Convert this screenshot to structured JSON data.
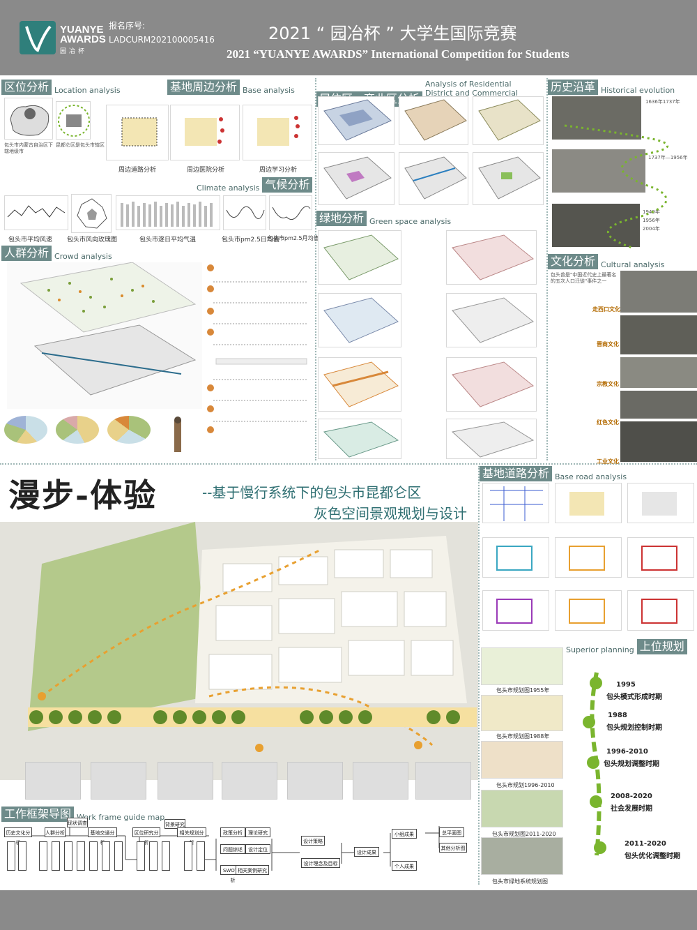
{
  "header": {
    "logo_line1": "YUANYE",
    "logo_line2": "AWARDS",
    "logo_sub": "园冶杯",
    "reg_label": "报名序号:",
    "reg_no": "LADCURM202100005416",
    "title_cn": "2021 “ 园冶杯 ” 大学生国际竞赛",
    "title_en": "2021 “YUANYE AWARDS” International Competition for  Students"
  },
  "sections": {
    "location": {
      "cn": "区位分析",
      "en": "Location analysis"
    },
    "base": {
      "cn": "基地周边分析",
      "en": "Base analysis"
    },
    "residential": {
      "cn": "居住区、商业区分析",
      "en": "Analysis of Residential District and Commercial District"
    },
    "history": {
      "cn": "历史沿革",
      "en": "Historical evolution"
    },
    "climate": {
      "cn": "气候分析",
      "en": "Climate analysis"
    },
    "crowd": {
      "cn": "人群分析",
      "en": "Crowd analysis"
    },
    "green": {
      "cn": "绿地分析",
      "en": "Green space analysis"
    },
    "culture": {
      "cn": "文化分析",
      "en": "Cultural analysis"
    },
    "road": {
      "cn": "基地道路分析",
      "en": "Base road analysis"
    },
    "superior": {
      "cn": "上位规划",
      "en": "Superior planning"
    },
    "framework": {
      "cn": "工作框架导图",
      "en": "Work frame guide map"
    }
  },
  "base_captions": [
    "周边道路分析",
    "周边医院分析",
    "周边学习分析"
  ],
  "climate_captions": [
    "包头市平均风速",
    "包头市风向玫瑰图",
    "包头市逐日平均气温",
    "包头市pm2.5日均值",
    "包头市pm2.5月均值"
  ],
  "culture_labels": [
    "走西口文化",
    "晋商文化",
    "宗教文化",
    "红色文化",
    "工业文化"
  ],
  "history_years": [
    "1636年1737年",
    "1737年—1956年",
    "1949年",
    "1956年",
    "2004年"
  ],
  "main_title": "漫步-体验",
  "subtitle_1": "--基于慢行系统下的包头市昆都仑区",
  "subtitle_2": "灰色空间景观规划与设计",
  "superior_maps": [
    "包头市规划图1955年",
    "包头市规划图1988年",
    "包头市规划1996-2010",
    "包头市规划图2011-2020",
    "包头市绿地系统规划图"
  ],
  "timeline": [
    {
      "year": "1995",
      "text": "包头模式形成时期"
    },
    {
      "year": "1988",
      "text": "包头规划控制时期"
    },
    {
      "year": "1996-2010",
      "text": "包头规划调整时期"
    },
    {
      "year": "2008-2020",
      "text": "社会发展时期"
    },
    {
      "year": "2011-2020",
      "text": "包头优化调整时期"
    }
  ],
  "framework_boxes": [
    "现状调查",
    "历史文化分析",
    "人群分析",
    "基地交通分析",
    "区位研究分析",
    "背景研究",
    "相关规划分析",
    "政策分析",
    "问题综述",
    "SWOT分析",
    "理论研究",
    "设计定位",
    "相关案例研究",
    "设计策略",
    "设计理念及目标",
    "设计成果",
    "小组成果",
    "个人成果",
    "总平面图",
    "其他分析图"
  ],
  "colors": {
    "header": "#8a8a8a",
    "accent": "#6e8b8a",
    "timeline": "#7ab52e",
    "orange": "#e8a030"
  }
}
